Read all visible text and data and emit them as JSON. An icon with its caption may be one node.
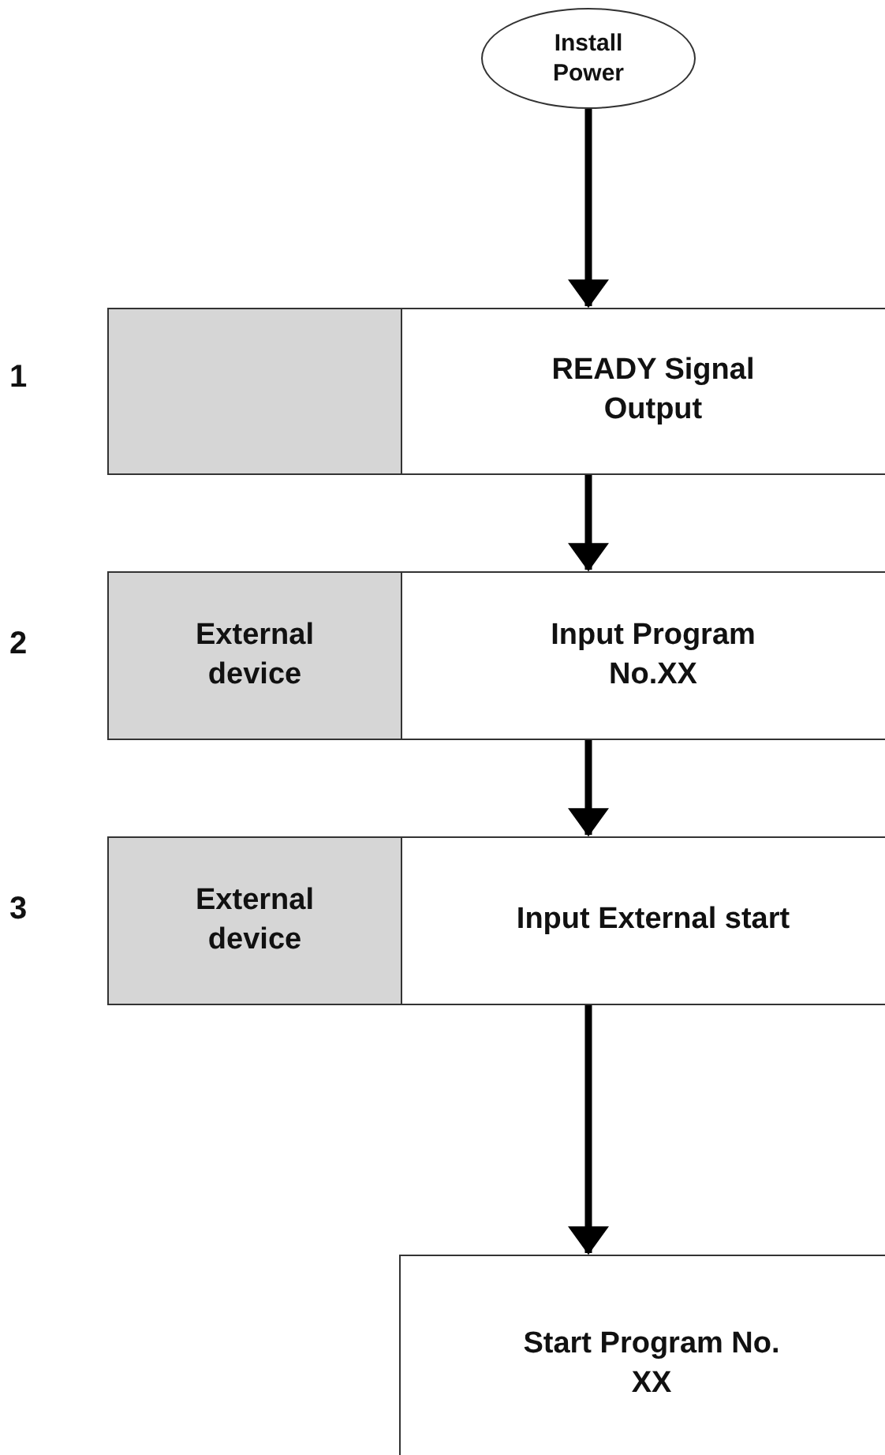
{
  "diagram": {
    "nodes": [
      {
        "text": [
          "Install Power"
        ]
      },
      {
        "text": [],
        "shape": "box"
      },
      {
        "text": [
          "READY Signal Output"
        ]
      },
      {
        "text": [
          "External device"
        ]
      },
      {
        "text": [
          "Input Program No.XX"
        ]
      },
      {
        "text": [
          "External device"
        ]
      },
      {
        "text": [
          "Input External start"
        ]
      },
      {
        "text": [
          "Start Program No. XX"
        ]
      }
    ],
    "edges": [
      {
        "from": 0,
        "to": 2,
        "arrow": "to"
      },
      {
        "from": 2,
        "to": 4,
        "arrow": "to"
      },
      {
        "from": 4,
        "to": 6,
        "arrow": "to"
      },
      {
        "from": 6,
        "to": 7,
        "arrow": "to"
      }
    ],
    "labels": [
      "1",
      "2",
      "3"
    ]
  }
}
